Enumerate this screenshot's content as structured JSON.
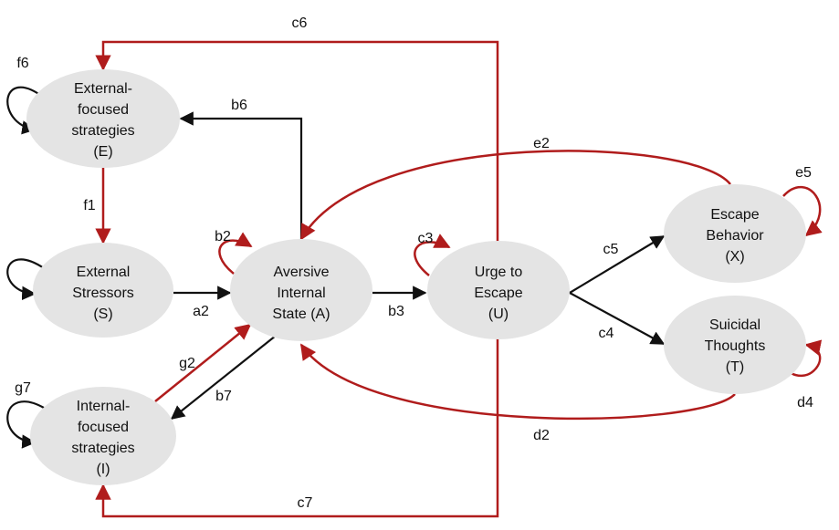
{
  "nodes": {
    "E": {
      "lines": [
        "External-",
        "focused",
        "strategies",
        "(E)"
      ]
    },
    "S": {
      "lines": [
        "External",
        "Stressors",
        "(S)"
      ]
    },
    "I": {
      "lines": [
        "Internal-",
        "focused",
        "strategies",
        "(I)"
      ]
    },
    "A": {
      "lines": [
        "Aversive",
        "Internal",
        "State (A)"
      ]
    },
    "U": {
      "lines": [
        "Urge to",
        "Escape",
        "(U)"
      ]
    },
    "X": {
      "lines": [
        "Escape",
        "Behavior",
        "(X)"
      ]
    },
    "T": {
      "lines": [
        "Suicidal",
        "Thoughts",
        "(T)"
      ]
    }
  },
  "edges": {
    "c6": "c6",
    "c7": "c7",
    "b6": "b6",
    "f6": "f6",
    "f1": "f1",
    "b2": "b2",
    "a2": "a2",
    "c3": "c3",
    "b3": "b3",
    "e2": "e2",
    "e5": "e5",
    "c5": "c5",
    "c4": "c4",
    "g2": "g2",
    "b7": "b7",
    "g7": "g7",
    "d2": "d2",
    "d4": "d4"
  },
  "colors": {
    "red": "#b01c1c",
    "black": "#111111",
    "node_fill": "#e4e4e4"
  }
}
